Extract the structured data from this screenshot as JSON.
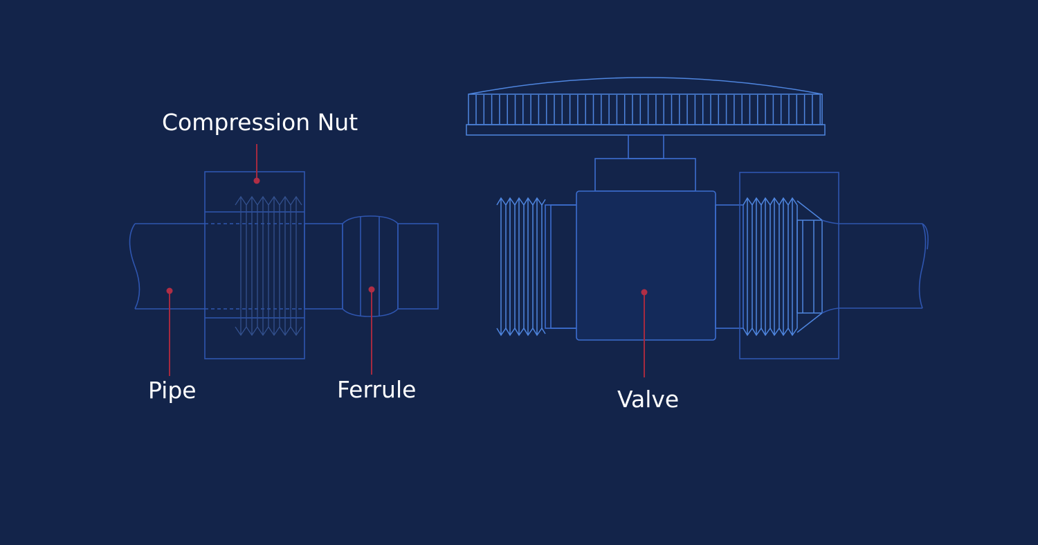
{
  "labels": {
    "compression_nut": "Compression Nut",
    "pipe": "Pipe",
    "ferrule": "Ferrule",
    "valve": "Valve"
  },
  "colors": {
    "background": "#13244a",
    "line": "#2f56b0",
    "line_light": "#4f86e0",
    "leader": "#a52a40",
    "text": "#ffffff"
  }
}
